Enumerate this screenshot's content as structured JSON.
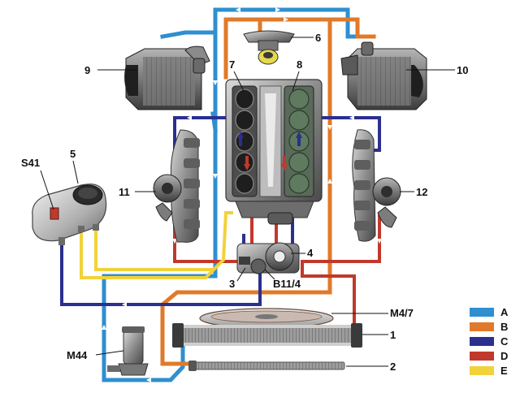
{
  "callouts": {
    "c1": "1",
    "c2": "2",
    "c3": "3",
    "c4": "4",
    "c5": "5",
    "c6": "6",
    "c7": "7",
    "c8": "8",
    "c9": "9",
    "c10": "10",
    "c11": "11",
    "c12": "12",
    "s41": "S41",
    "m44": "M44",
    "m47": "M4/7",
    "b114": "B11/4"
  },
  "legend": {
    "items": [
      {
        "label": "A",
        "color": "#2f8fd0"
      },
      {
        "label": "B",
        "color": "#e07a2a"
      },
      {
        "label": "C",
        "color": "#2b2f8f"
      },
      {
        "label": "D",
        "color": "#c0392b"
      },
      {
        "label": "E",
        "color": "#f2d23a"
      }
    ]
  },
  "colors": {
    "A": "#2f8fd0",
    "B": "#e07a2a",
    "C": "#2b2f8f",
    "D": "#c0392b",
    "E": "#f2d23a"
  }
}
